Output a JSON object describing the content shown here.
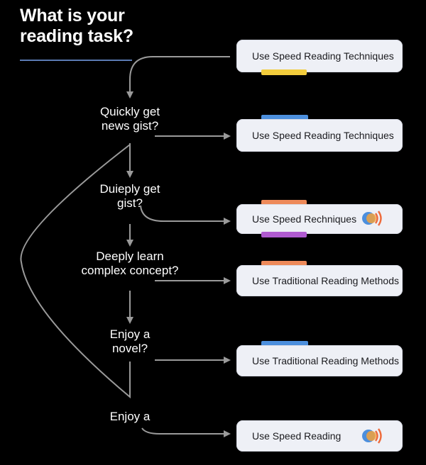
{
  "title": "What is your\nreading task?",
  "colors": {
    "background": "#000000",
    "connector": "#9a9a9a",
    "card": "#eef0f6",
    "title_rule": "#5b7bb3",
    "tab_yellow": "#f2cc3c",
    "tab_blue": "#4c8fdd",
    "tab_orange": "#ee8a5a",
    "tab_purple": "#b05ad0"
  },
  "questions": [
    {
      "text": "Quickly get\nnews gist?"
    },
    {
      "text": "Duieply get\ngist?"
    },
    {
      "text": "Deeply learn\ncomplex concept?"
    },
    {
      "text": "Enjoy a\nnovel?"
    },
    {
      "text": "Enjoy a"
    }
  ],
  "outcomes": [
    {
      "label": "Use Speed Reading Techniques",
      "tab": "yellow-bottom",
      "icon": null
    },
    {
      "label": "Use Speed Reading Techniques",
      "tab": "blue-top",
      "icon": null
    },
    {
      "label": "Use Speed Rechniques",
      "tab": "orange-top-purple-bottom",
      "icon": "audio-waves-icon"
    },
    {
      "label": "Use Traditional Reading Methods",
      "tab": "orange-top",
      "icon": null
    },
    {
      "label": "Use Traditional Reading Methods",
      "tab": "blue-top",
      "icon": null
    },
    {
      "label": "Use Speed Reading",
      "tab": "none",
      "icon": "audio-waves-icon"
    }
  ]
}
